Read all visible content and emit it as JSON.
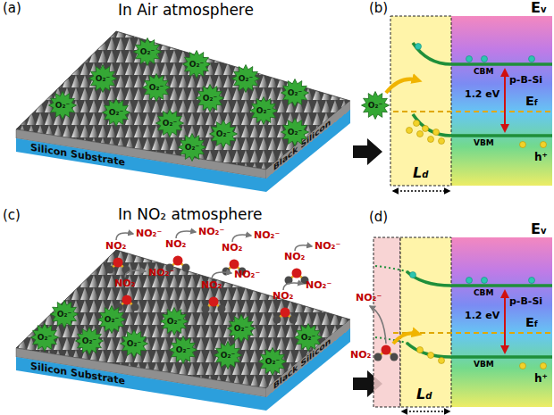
{
  "diagram": {
    "nodes": [
      {
        "text": [
          "Black Silicon"
        ]
      },
      {
        "text": [
          "Silicon Substrate"
        ]
      },
      {
        "text": [
          "O₂⁻"
        ]
      },
      {
        "text": [
          "O₂⁻"
        ]
      },
      {
        "text": [
          "O₂⁻"
        ]
      },
      {
        "text": [
          "O₂⁻"
        ]
      },
      {
        "text": [
          "O₂⁻"
        ]
      },
      {
        "text": [
          "O₂⁻"
        ]
      },
      {
        "text": [
          "O₂⁻"
        ]
      },
      {
        "text": [
          "O₂⁻"
        ]
      },
      {
        "text": [
          "O₂⁻"
        ]
      },
      {
        "text": [
          "O₂⁻"
        ]
      },
      {
        "text": [
          "O₂⁻"
        ]
      },
      {
        "text": [
          "O₂⁻"
        ]
      },
      {
        "text": [
          "O₂⁻"
        ]
      },
      {
        "text": [
          "O₂⁻"
        ]
      },
      {
        "text": [
          "O₂⁻"
        ]
      },
      {
        "text": [
          "Black Silicon"
        ]
      },
      {
        "text": [
          "Silicon Substrate"
        ]
      },
      {
        "text": [
          "O₂⁻"
        ]
      },
      {
        "text": [
          "O₂⁻"
        ]
      },
      {
        "text": [
          "O₂⁻"
        ]
      },
      {
        "text": [
          "O₂⁻"
        ]
      },
      {
        "text": [
          "O₂⁻"
        ]
      },
      {
        "text": [
          "O₂⁻"
        ]
      },
      {
        "text": [
          "O₂⁻"
        ]
      },
      {
        "text": [
          "O₂⁻"
        ]
      },
      {
        "text": [
          "O₂⁻"
        ]
      },
      {
        "text": [
          "O₂⁻"
        ]
      },
      {
        "text": [
          "O₂⁻"
        ]
      }
    ],
    "labels": [
      "(a)",
      "In Air atmosphere",
      "(b)",
      "Ev",
      "CBM",
      "p-B-Si",
      "1.2 eV",
      "Ef",
      "VBM",
      "h⁺",
      "Ld",
      "(c)",
      "In NO₂ atmosphere",
      "NO₂",
      "NO₂⁻",
      "NO₂",
      "NO₂⁻",
      "NO₂",
      "NO₂⁻",
      "NO₂",
      "NO₂⁻",
      "NO₂",
      "NO₂⁻",
      "NO₂",
      "NO₂⁻",
      "NO₂",
      "NO₂⁻",
      "(d)",
      "Ev",
      "CBM",
      "p-B-Si",
      "1.2 eV",
      "Ef",
      "VBM",
      "h⁺",
      "Ld",
      "NO₂⁻",
      "NO₂"
    ]
  }
}
